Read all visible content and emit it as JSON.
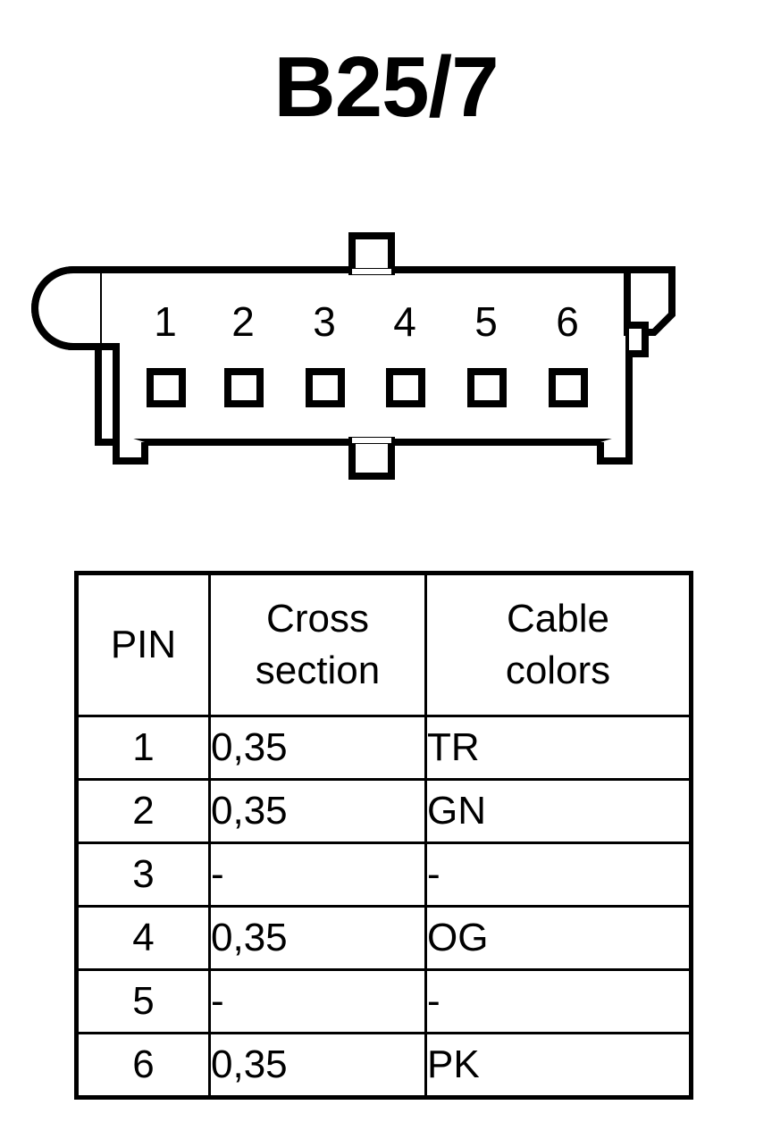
{
  "title": "B25/7",
  "connector": {
    "name": "6-pin-connector",
    "pin_count": 6,
    "pin_labels": [
      "1",
      "2",
      "3",
      "4",
      "5",
      "6"
    ],
    "features": {
      "top_tab": "square-latch-tab",
      "bottom_tab": "square-latch-tab",
      "left_edge": "rounded-pill-tab",
      "right_edge": "chamfered-tab",
      "right_notch": "small-rectangular-notch",
      "bottom_left_foot": "square-foot",
      "bottom_right_foot": "square-foot"
    },
    "outline_color": "#000000",
    "fill_color": "#ffffff"
  },
  "table": {
    "headers": [
      "PIN",
      "Cross section",
      "Cable colors"
    ],
    "headers_wrapped": [
      [
        "PIN"
      ],
      [
        "Cross",
        "section"
      ],
      [
        "Cable",
        "colors"
      ]
    ],
    "rows": [
      {
        "pin": "1",
        "cross_section": "0,35",
        "cable_color": "TR"
      },
      {
        "pin": "2",
        "cross_section": "0,35",
        "cable_color": "GN"
      },
      {
        "pin": "3",
        "cross_section": "-",
        "cable_color": "-"
      },
      {
        "pin": "4",
        "cross_section": "0,35",
        "cable_color": "OG"
      },
      {
        "pin": "5",
        "cross_section": "-",
        "cable_color": "-"
      },
      {
        "pin": "6",
        "cross_section": "0,35",
        "cable_color": "PK"
      }
    ]
  }
}
